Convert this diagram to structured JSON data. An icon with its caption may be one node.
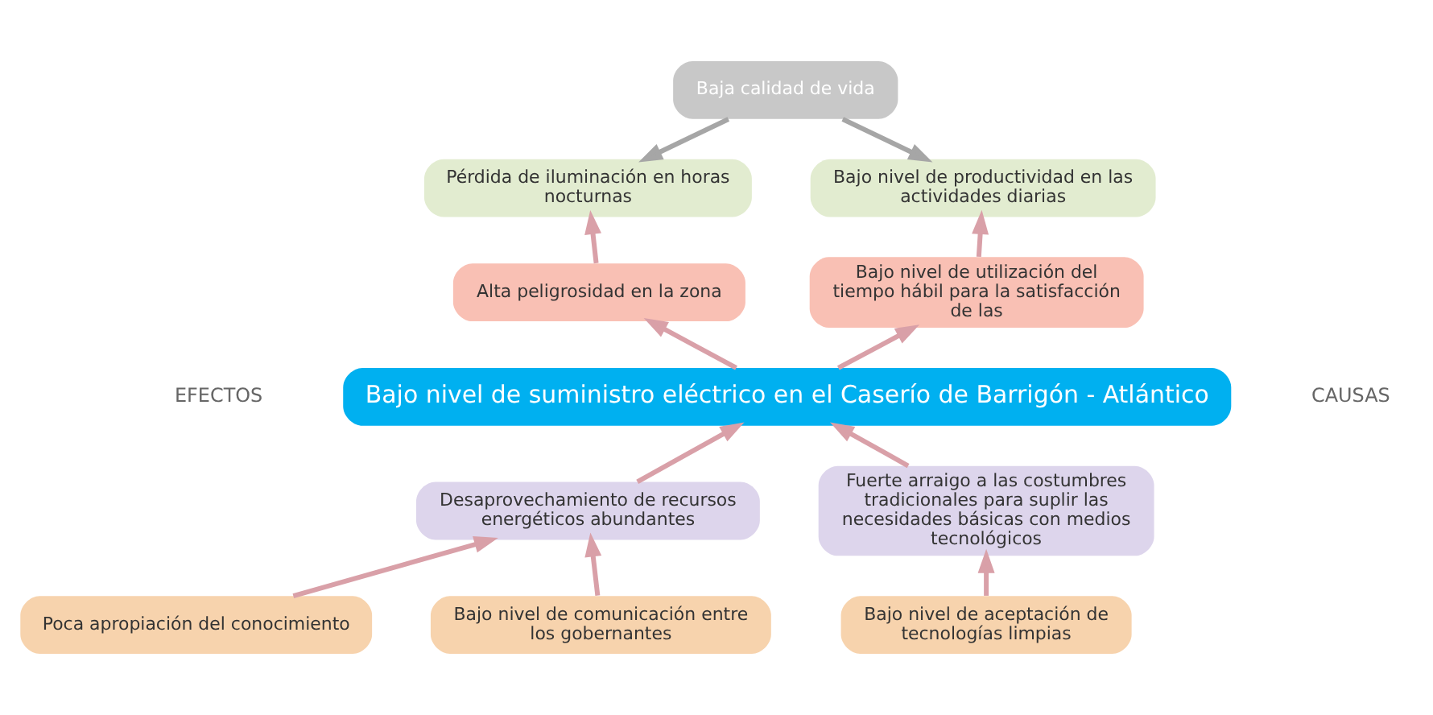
{
  "diagram": {
    "nodes": [
      {
        "text": [
          "Baja calidad de vida"
        ]
      },
      {
        "text": [
          "Pérdida de iluminación en horas nocturnas"
        ]
      },
      {
        "text": [
          "Bajo nivel de productividad en las actividades diarias"
        ]
      },
      {
        "text": [
          "Alta peligrosidad en la zona"
        ]
      },
      {
        "text": [
          "Bajo nivel de utilización del tiempo hábil para la satisfacción de las"
        ]
      },
      {
        "text": [
          "Bajo nivel de suministro eléctrico en el Caserío de Barrigón - Atlántico"
        ]
      },
      {
        "text": [
          "Desaprovechamiento de recursos energéticos abundantes"
        ]
      },
      {
        "text": [
          "Fuerte arraigo a las costumbres tradicionales para suplir las necesidades básicas con medios tecnológicos"
        ]
      },
      {
        "text": [
          "Poca apropiación del conocimiento"
        ]
      },
      {
        "text": [
          "Bajo nivel de comunicación entre los gobernantes"
        ]
      },
      {
        "text": [
          "Bajo nivel de aceptación de tecnologías limpias"
        ]
      }
    ],
    "edges": [
      {
        "from": 0,
        "to": 1,
        "arrow": "to",
        "color": "#a6a6a6"
      },
      {
        "from": 0,
        "to": 2,
        "arrow": "to",
        "color": "#a6a6a6"
      },
      {
        "from": 3,
        "to": 1,
        "arrow": "to"
      },
      {
        "from": 4,
        "to": 2,
        "arrow": "to"
      },
      {
        "from": 5,
        "to": 3,
        "arrow": "to"
      },
      {
        "from": 5,
        "to": 4,
        "arrow": "to"
      },
      {
        "from": 6,
        "to": 5,
        "arrow": "to"
      },
      {
        "from": 7,
        "to": 5,
        "arrow": "to"
      },
      {
        "from": 8,
        "to": 6,
        "arrow": "to"
      },
      {
        "from": 9,
        "to": 6,
        "arrow": "to"
      },
      {
        "from": 10,
        "to": 7,
        "arrow": "to"
      }
    ],
    "labels": [
      "EFECTOS",
      "CAUSAS"
    ]
  }
}
